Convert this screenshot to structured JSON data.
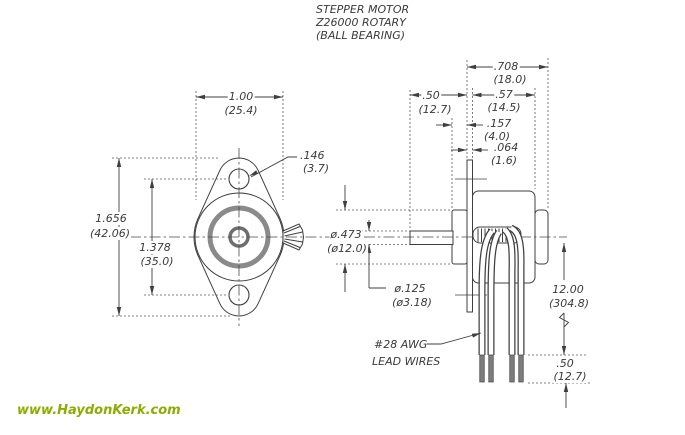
{
  "title": {
    "line1": "STEPPER MOTOR",
    "line2": "Z26000 ROTARY",
    "line3": "(BALL BEARING)"
  },
  "watermark": {
    "text": "www.HaydonKerk.com",
    "color": "#8cad00"
  },
  "note": {
    "line1": "#28 AWG",
    "line2": "LEAD WIRES"
  },
  "dims": {
    "body_dia": {
      "in": "1.00",
      "mm": "(25.4)"
    },
    "hole_dia": {
      "in": ".146",
      "mm": "(3.7)"
    },
    "flange_height": {
      "in": "1.656",
      "mm": "(42.06)"
    },
    "hole_spacing": {
      "in": "1.378",
      "mm": "(35.0)"
    },
    "boss_dia": {
      "in": "ø.473",
      "mm": "(ø12.0)"
    },
    "shaft_dia": {
      "in": "ø.125",
      "mm": "(ø3.18)"
    },
    "shaft_len": {
      "in": ".50",
      "mm": "(12.7)"
    },
    "body_len": {
      "in": ".57",
      "mm": "(14.5)"
    },
    "overall_len": {
      "in": ".708",
      "mm": "(18.0)"
    },
    "boss_len": {
      "in": ".157",
      "mm": "(4.0)"
    },
    "flange_thk": {
      "in": ".064",
      "mm": "(1.6)"
    },
    "wire_len": {
      "in": "12.00",
      "mm": "(304.8)"
    },
    "strip_len": {
      "in": ".50",
      "mm": "(12.7)"
    }
  },
  "colors": {
    "line": "#3f3f3f",
    "gray_ring": "#8a8a8a",
    "logo_green": "#8cad00",
    "background": "#ffffff"
  }
}
